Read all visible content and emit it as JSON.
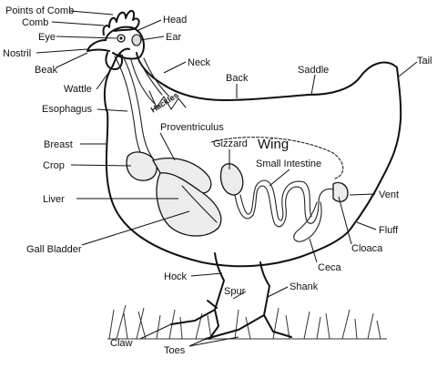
{
  "labels": {
    "points_of_comb": "Points of Comb",
    "comb": "Comb",
    "eye": "Eye",
    "nostril": "Nostril",
    "beak": "Beak",
    "wattle": "Wattle",
    "head": "Head",
    "ear": "Ear",
    "neck": "Neck",
    "back": "Back",
    "saddle": "Saddle",
    "tail": "Tail",
    "esophagus": "Esophagus",
    "hackles": "Hackles",
    "proventriculus": "Proventriculus",
    "gizzard": "Gizzard",
    "wing": "Wing",
    "small_intestine": "Small Intestine",
    "breast": "Breast",
    "crop": "Crop",
    "liver": "Liver",
    "vent": "Vent",
    "gall_bladder": "Gall Bladder",
    "fluff": "Fluff",
    "cloaca": "Cloaca",
    "ceca": "Ceca",
    "hock": "Hock",
    "spur": "Spur",
    "shank": "Shank",
    "claw": "Claw",
    "toes": "Toes"
  }
}
